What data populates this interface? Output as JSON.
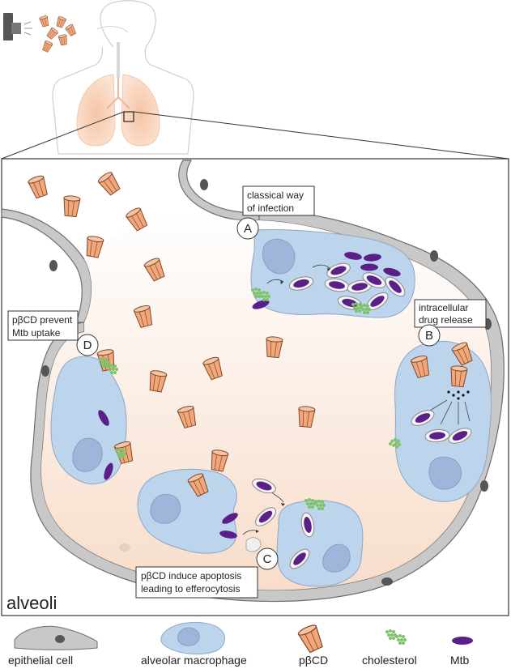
{
  "figure": {
    "region_label": "alveoli",
    "callouts": {
      "A": {
        "letter": "A",
        "line1": "classical way",
        "line2": "of infection"
      },
      "B": {
        "letter": "B",
        "line1": "intracellular",
        "line2": "drug release"
      },
      "C": {
        "letter": "C",
        "line1": "pβCD induce apoptosis",
        "line2": "leading to efferocytosis"
      },
      "D": {
        "letter": "D",
        "line1": "pβCD prevent",
        "line2": "Mtb uptake"
      }
    }
  },
  "legend": {
    "epithelial_cell": "epithelial cell",
    "alveolar_macrophage": "alveolar macrophage",
    "pbcd": "pβCD",
    "cholesterol": "cholesterol",
    "mtb": "Mtb"
  },
  "colors": {
    "epithelium_fill": "#c8c8c8",
    "epithelium_stroke": "#6e6e6e",
    "macrophage_fill": "#bcd4ec",
    "nucleus_fill": "#9fb6db",
    "cyclodextrin_fill": "#f2a679",
    "cyclodextrin_stroke": "#7a4a2e",
    "cholesterol": "#7cc36a",
    "mtb": "#5b1f8a",
    "lumen_gradient_top": "#ffffff",
    "lumen_gradient_bottom": "#f9e0cf"
  }
}
